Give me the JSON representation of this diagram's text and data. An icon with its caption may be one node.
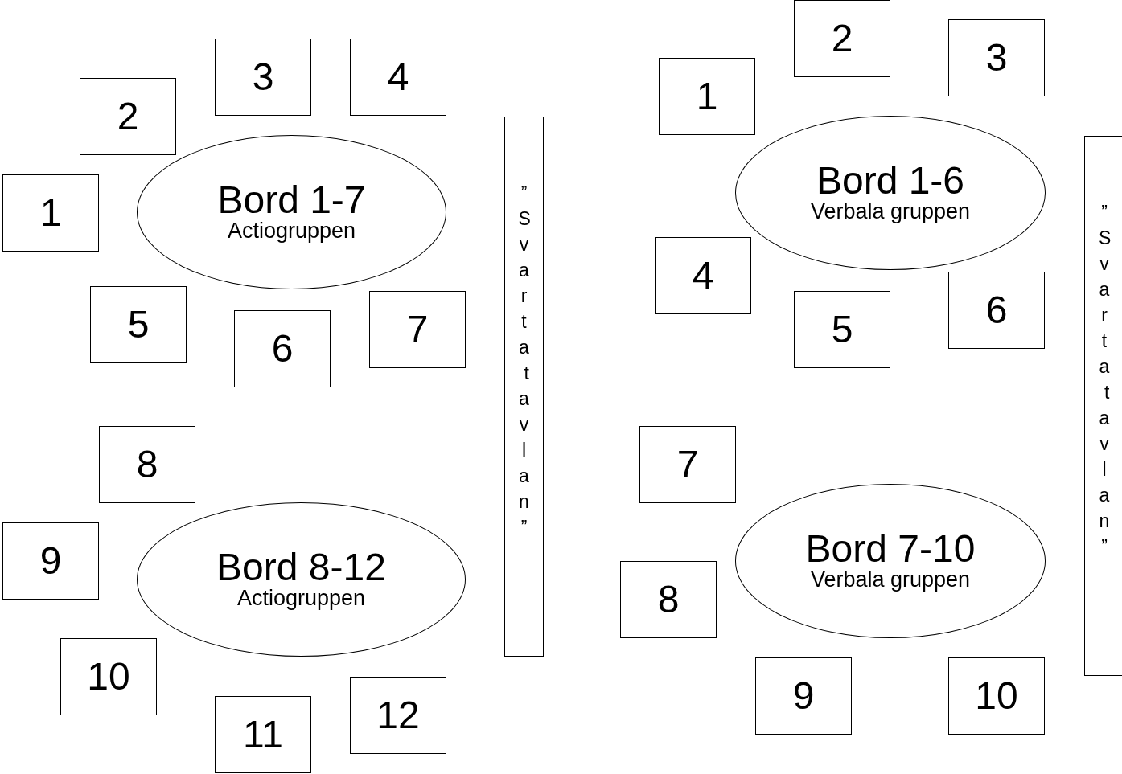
{
  "diagram": {
    "nodes": [
      {
        "text": [
          "Bord 1-7",
          "Actiogruppen"
        ]
      },
      {
        "text": [
          "1"
        ]
      },
      {
        "text": [
          "2"
        ]
      },
      {
        "text": [
          "3"
        ]
      },
      {
        "text": [
          "4"
        ]
      },
      {
        "text": [
          "5"
        ]
      },
      {
        "text": [
          "6"
        ]
      },
      {
        "text": [
          "7"
        ]
      },
      {
        "text": [
          "Bord 8-12",
          "Actiogruppen"
        ]
      },
      {
        "text": [
          "8"
        ]
      },
      {
        "text": [
          "9"
        ]
      },
      {
        "text": [
          "10"
        ]
      },
      {
        "text": [
          "11"
        ]
      },
      {
        "text": [
          "12"
        ]
      },
      {
        "text": [
          "”Svarta tavlan”"
        ]
      },
      {
        "text": [
          "Bord 1-6",
          "Verbala gruppen"
        ]
      },
      {
        "text": [
          "1"
        ]
      },
      {
        "text": [
          "2"
        ]
      },
      {
        "text": [
          "3"
        ]
      },
      {
        "text": [
          "4"
        ]
      },
      {
        "text": [
          "5"
        ]
      },
      {
        "text": [
          "6"
        ]
      },
      {
        "text": [
          "Bord 7-10",
          "Verbala gruppen"
        ]
      },
      {
        "text": [
          "7"
        ]
      },
      {
        "text": [
          "8"
        ]
      },
      {
        "text": [
          "9"
        ]
      },
      {
        "text": [
          "10"
        ]
      },
      {
        "text": [
          "”Svarta tavlan”"
        ]
      }
    ]
  }
}
